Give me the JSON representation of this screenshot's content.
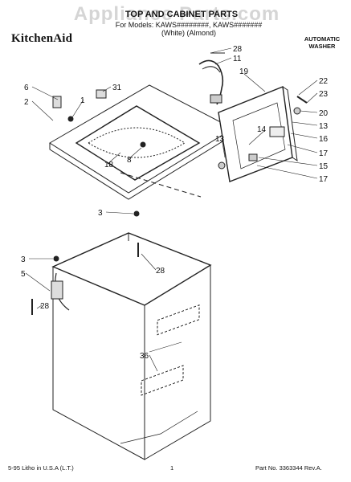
{
  "watermark": "Appliance Parts.com",
  "title": "TOP AND CABINET PARTS",
  "models_line1": "For Models: KAWS########, KAWS#######",
  "models_line2": "(White)                    (Almond)",
  "brand": "KitchenAid",
  "product": "AUTOMATIC WASHER",
  "footer_left": "5-95 Litho in U.S.A (L.T.)",
  "page_number": "1",
  "footer_right": "Part No. 3363344 Rev.A.",
  "callouts": [
    "28",
    "11",
    "19",
    "6",
    "31",
    "22",
    "2",
    "1",
    "23",
    "20",
    "14",
    "13",
    "16",
    "8",
    "13",
    "17",
    "18",
    "15",
    "17",
    "3",
    "3",
    "28",
    "5",
    "28",
    "36"
  ]
}
